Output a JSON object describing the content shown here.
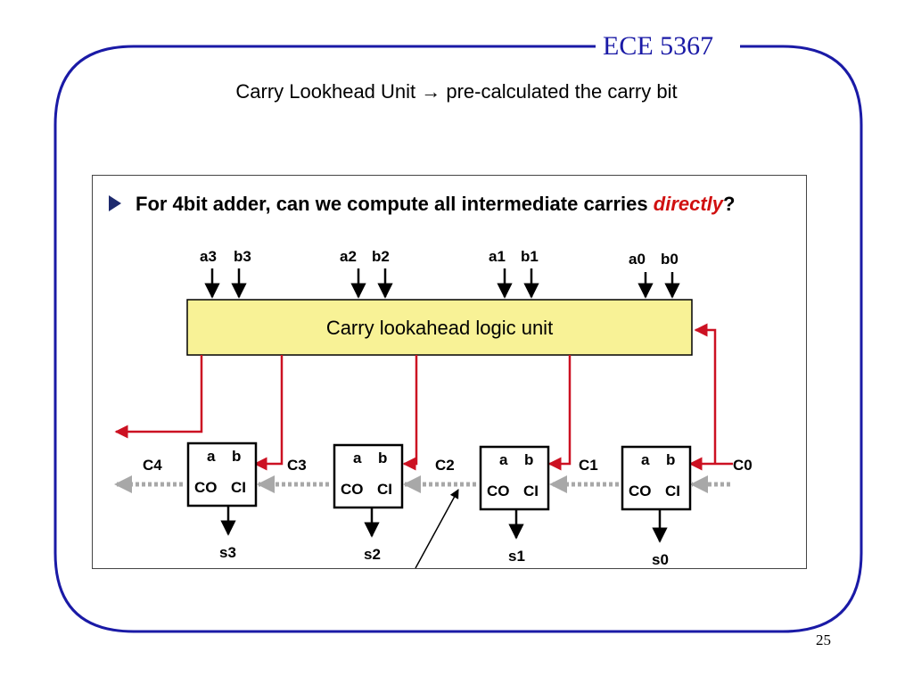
{
  "header": {
    "course": "ECE 5367",
    "title": "Carry Lookhead Unit → pre-calculated the carry bit"
  },
  "figure": {
    "question": {
      "prefix": "For 4bit adder, can we compute all intermediate carries ",
      "emphasis": "directly",
      "suffix": "?"
    },
    "unit_label": "Carry lookahead logic unit",
    "inputs": {
      "a3": "a3",
      "b3": "b3",
      "a2": "a2",
      "b2": "b2",
      "a1": "a1",
      "b1": "b1",
      "a0": "a0",
      "b0": "b0"
    },
    "adders": [
      {
        "a": "a",
        "b": "b",
        "co": "CO",
        "ci": "CI",
        "sum": "s3"
      },
      {
        "a": "a",
        "b": "b",
        "co": "CO",
        "ci": "CI",
        "sum": "s2"
      },
      {
        "a": "a",
        "b": "b",
        "co": "CO",
        "ci": "CI",
        "sum": "s1"
      },
      {
        "a": "a",
        "b": "b",
        "co": "CO",
        "ci": "CI",
        "sum": "s0"
      }
    ],
    "carries": {
      "c4": "C4",
      "c3": "C3",
      "c2": "C2",
      "c1": "C1",
      "c0": "C0"
    },
    "colors": {
      "frame": "#1a1aa6",
      "unit_fill": "#f8f296",
      "carry_line": "#cc1122",
      "ripple_arrow": "#a8a8a8"
    }
  },
  "footer": {
    "page": "25"
  }
}
